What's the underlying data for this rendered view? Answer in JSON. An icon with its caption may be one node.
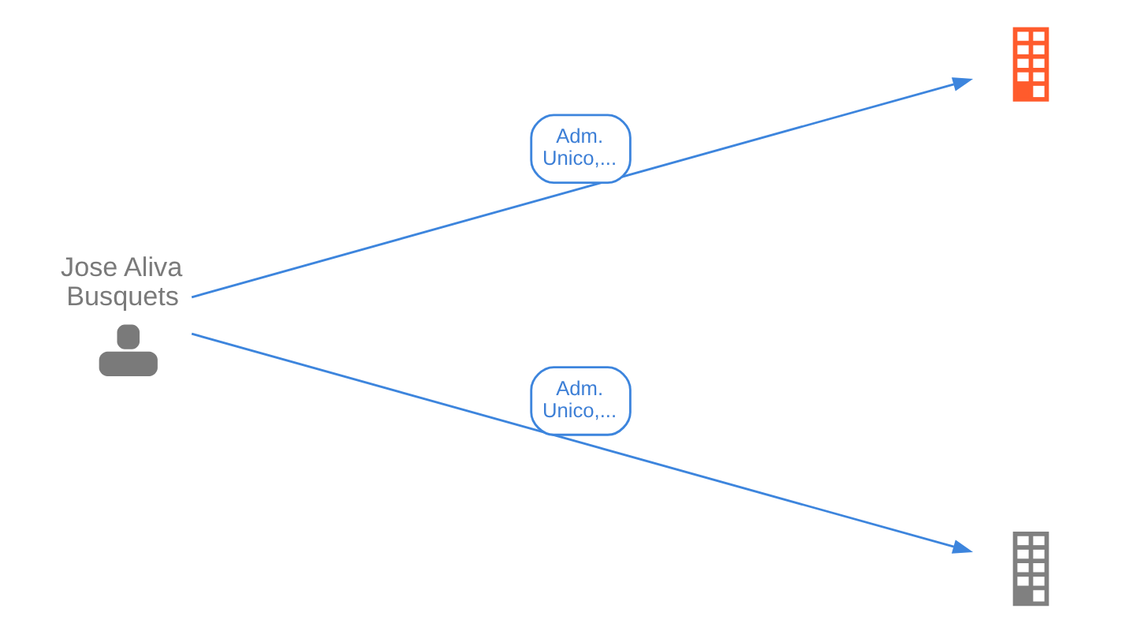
{
  "diagram": {
    "nodes": [
      {
        "text": [],
        "shape": "picture"
      },
      {
        "text": [
          "Jose Aliva Busquets"
        ]
      },
      {
        "text": [],
        "shape": "picture"
      }
    ],
    "edges": [
      {
        "from": 1,
        "to": 0,
        "arrow": "to",
        "label": "Adm. Unico,..."
      },
      {
        "from": 1,
        "to": 2,
        "arrow": "to",
        "label": "Adm. Unico,..."
      }
    ]
  }
}
